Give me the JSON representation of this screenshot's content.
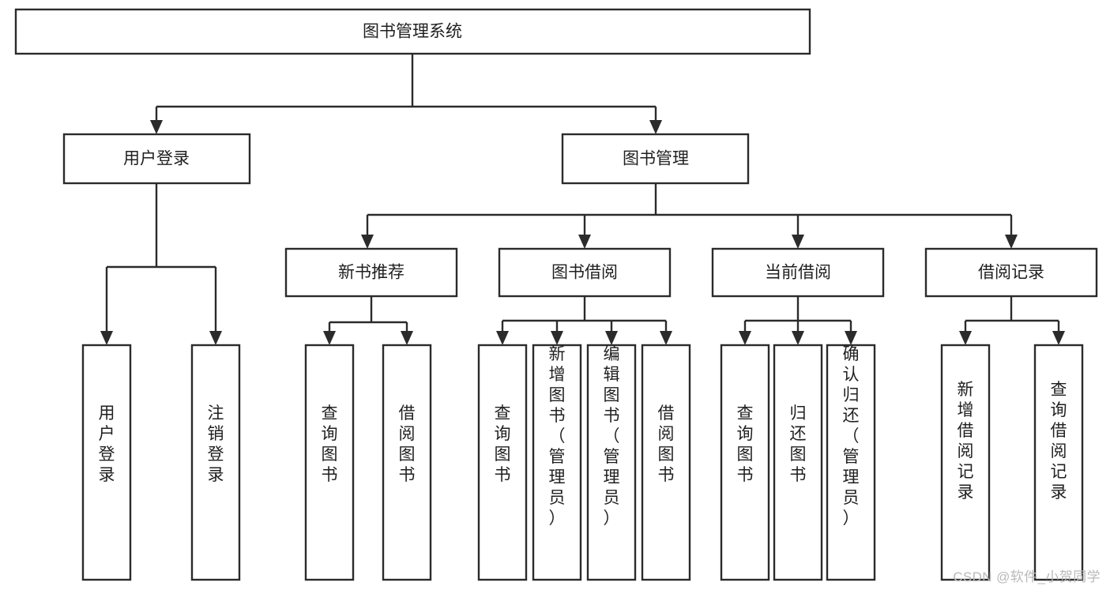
{
  "diagram": {
    "type": "tree-hierarchy-chart",
    "title": "图书管理系统",
    "orientation": "top-down",
    "colors": {
      "box_fill": "#ffffff",
      "box_stroke": "#2b2b2b",
      "text": "#1f1f1f",
      "watermark": "#b9b9b9",
      "background": "#ffffff"
    },
    "root": {
      "label": "图书管理系统"
    },
    "level2": [
      {
        "label": "用户登录"
      },
      {
        "label": "图书管理"
      }
    ],
    "level3": [
      {
        "label": "新书推荐"
      },
      {
        "label": "图书借阅"
      },
      {
        "label": "当前借阅"
      },
      {
        "label": "借阅记录"
      }
    ],
    "leaves": {
      "user_login": [
        {
          "label": "用户登录"
        },
        {
          "label": "注销登录"
        }
      ],
      "new_book_recommend": [
        {
          "label": "查询图书"
        },
        {
          "label": "借阅图书"
        }
      ],
      "book_borrow": [
        {
          "label": "查询图书"
        },
        {
          "label": "新增图书（管理员）"
        },
        {
          "label": "编辑图书（管理员）"
        },
        {
          "label": "借阅图书"
        }
      ],
      "current_borrow": [
        {
          "label": "查询图书"
        },
        {
          "label": "归还图书"
        },
        {
          "label": "确认归还（管理员）"
        }
      ],
      "borrow_record": [
        {
          "label": "新增借阅记录"
        },
        {
          "label": "查询借阅记录"
        }
      ]
    }
  },
  "watermark": {
    "text": "CSDN @软件_小贺同学"
  }
}
